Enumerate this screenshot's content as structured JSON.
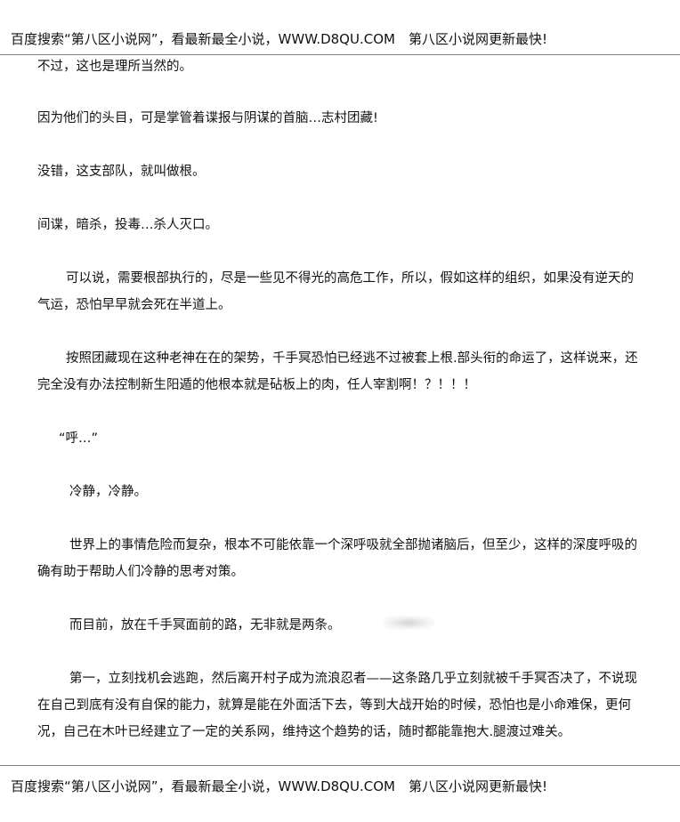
{
  "banner": {
    "top_text": "百度搜索“第八区小说网”，看最新最全小说，WWW.D8QU.COM　第八区小说网更新最快!",
    "bottom_text": "百度搜索“第八区小说网”，看最新最全小说，WWW.D8QU.COM　第八区小说网更新最快!"
  },
  "paragraphs": [
    "不过，这也是理所当然的。",
    "因为他们的头目，可是掌管着谍报与阴谋的首脑…志村团藏!",
    "没错，这支部队，就叫做根。",
    "间谍，暗杀，投毒…杀人灭口。",
    "可以说，需要根部执行的，尽是一些见不得光的高危工作，所以，假如这样的组织，如果没有逆天的气运，恐怕早早就会死在半道上。",
    "按照团藏现在这种老神在在的架势，千手冥恐怕已经逃不过被套上根.部头衔的命运了，这样说来，还完全没有办法控制新生阳遁的他根本就是砧板上的肉，任人宰割啊！？！！！",
    "“呼…”",
    "冷静，冷静。",
    "世界上的事情危险而复杂，根本不可能依靠一个深呼吸就全部抛诸脑后，但至少，这样的深度呼吸的确有助于帮助人们冷静的思考对策。",
    "而目前，放在千手冥面前的路，无非就是两条。",
    "第一，立刻找机会逃跑，然后离开村子成为流浪忍者——这条路几乎立刻就被千手冥否决了，不说现在自己到底有没有自保的能力，就算是能在外面活下去，等到大战开始的时候，恐怕也是小命难保，更何况，自己在木叶已经建立了一定的关系网，维持这个趋势的话，随时都能靠抱大.腿渡过难关。"
  ]
}
